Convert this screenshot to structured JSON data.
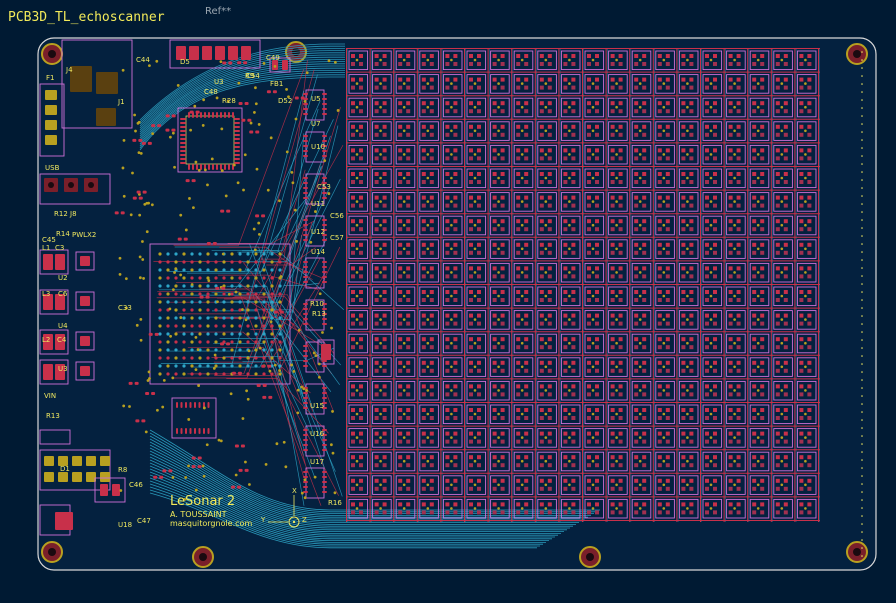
{
  "project": {
    "title": "PCB3D_TL_echoscanner",
    "reference": "Ref**"
  },
  "board": {
    "name": "LeSonar 2",
    "author": "A. TOUSSAINT",
    "website": "masquitorgnole.com",
    "axis_labels": {
      "x": "X",
      "y": "Y",
      "z": "Z"
    }
  },
  "colors": {
    "background": "#001a33",
    "board_fill": "#04213f",
    "board_edge": "#d8d8d8",
    "front_copper": "#c8304a",
    "back_copper": "#2ea6c8",
    "silkscreen": "#f0e860",
    "courtyard": "#d070d8",
    "pad": "#b8a020"
  },
  "array": {
    "rows": 20,
    "cols": 20
  },
  "silk_labels": [
    {
      "name": "F1",
      "text": "F1"
    },
    {
      "name": "J4",
      "text": "J4"
    },
    {
      "name": "J1",
      "text": "J1"
    },
    {
      "name": "USB",
      "text": "USB"
    },
    {
      "name": "C44",
      "text": "C44"
    },
    {
      "name": "C49",
      "text": "C49"
    },
    {
      "name": "C54",
      "text": "C54"
    },
    {
      "name": "FB1",
      "text": "FB1"
    },
    {
      "name": "D5",
      "text": "D5"
    },
    {
      "name": "U3",
      "text": "U3"
    },
    {
      "name": "C48",
      "text": "C48"
    },
    {
      "name": "R28",
      "text": "R28"
    },
    {
      "name": "D52",
      "text": "D52"
    },
    {
      "name": "R9",
      "text": "R9"
    },
    {
      "name": "U5",
      "text": "U5"
    },
    {
      "name": "U7",
      "text": "U7"
    },
    {
      "name": "U10",
      "text": "U10"
    },
    {
      "name": "C53",
      "text": "C53"
    },
    {
      "name": "U11",
      "text": "U11"
    },
    {
      "name": "C56",
      "text": "C56"
    },
    {
      "name": "U12",
      "text": "U12"
    },
    {
      "name": "C57",
      "text": "C57"
    },
    {
      "name": "U14",
      "text": "U14"
    },
    {
      "name": "R12",
      "text": "R12"
    },
    {
      "name": "J8",
      "text": "J8"
    },
    {
      "name": "R14",
      "text": "R14"
    },
    {
      "name": "PWLX2",
      "text": "PWLX2"
    },
    {
      "name": "C45",
      "text": "C45"
    },
    {
      "name": "L1",
      "text": "L1"
    },
    {
      "name": "C3",
      "text": "C3"
    },
    {
      "name": "U2",
      "text": "U2"
    },
    {
      "name": "L3",
      "text": "L3"
    },
    {
      "name": "C6",
      "text": "C6"
    },
    {
      "name": "U4",
      "text": "U4"
    },
    {
      "name": "L2",
      "text": "L2"
    },
    {
      "name": "C4",
      "text": "C4"
    },
    {
      "name": "U3b",
      "text": "U3"
    },
    {
      "name": "VIN",
      "text": "VIN"
    },
    {
      "name": "R13",
      "text": "R13"
    },
    {
      "name": "C33",
      "text": "C33"
    },
    {
      "name": "R10",
      "text": "R10"
    },
    {
      "name": "R13b",
      "text": "R13"
    },
    {
      "name": "U15",
      "text": "U15"
    },
    {
      "name": "U16",
      "text": "U16"
    },
    {
      "name": "U17",
      "text": "U17"
    },
    {
      "name": "R16",
      "text": "R16"
    },
    {
      "name": "C46",
      "text": "C46"
    },
    {
      "name": "C47",
      "text": "C47"
    },
    {
      "name": "U18",
      "text": "U18"
    },
    {
      "name": "R8",
      "text": "R8"
    },
    {
      "name": "D1",
      "text": "D1"
    }
  ]
}
